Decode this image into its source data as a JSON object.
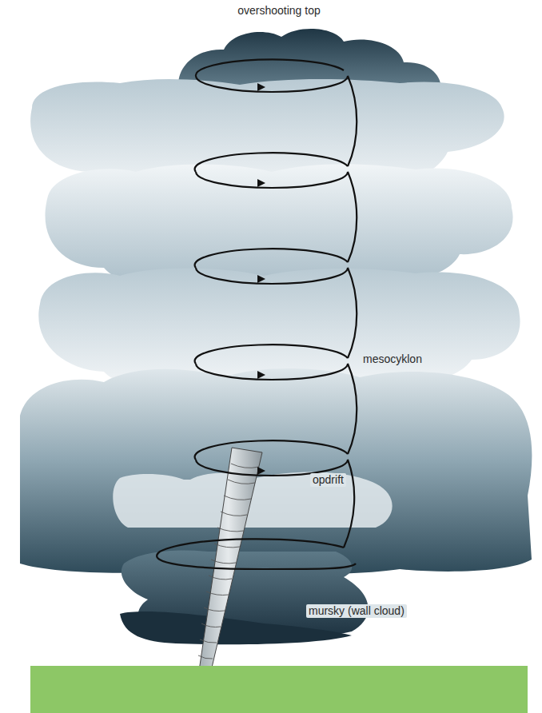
{
  "diagram": {
    "labels": [
      "overshooting top",
      "mesocyklon",
      "opdrift",
      "mursky (wall cloud)"
    ]
  }
}
